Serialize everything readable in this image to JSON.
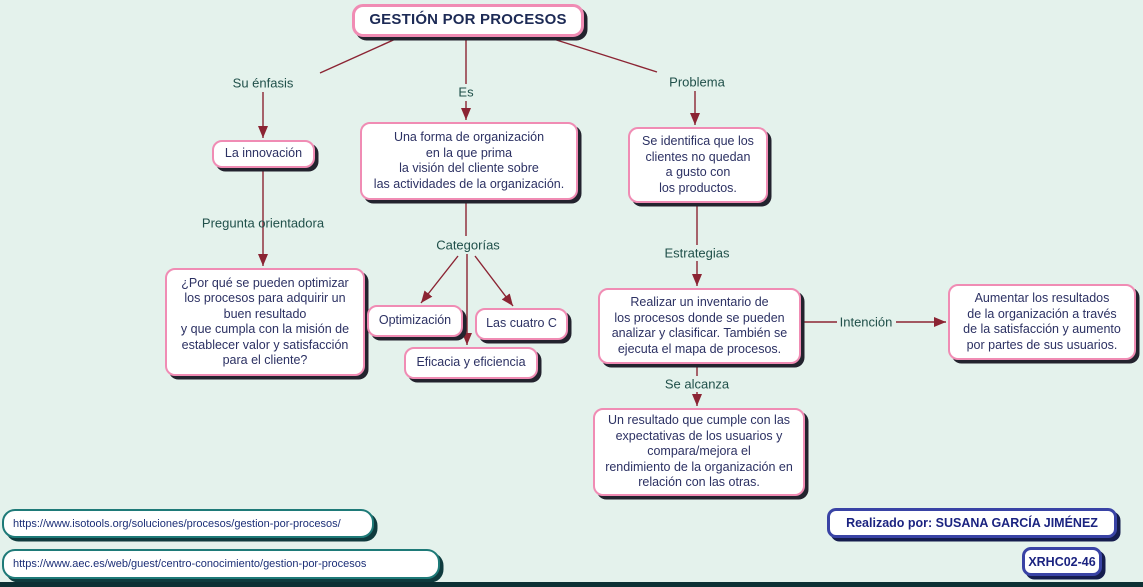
{
  "title": {
    "text": "GESTIÓN POR PROCESOS"
  },
  "labels": {
    "enfasis": "Su énfasis",
    "es": "Es",
    "problema": "Problema",
    "pregunta": "Pregunta orientadora",
    "categorias": "Categorías",
    "estrategias": "Estrategias",
    "intencion": "Intención",
    "alcanza": "Se alcanza"
  },
  "nodes": {
    "innovacion": "La innovación",
    "definicion": "Una forma de organización\nen la que prima\nla visión del cliente sobre\nlas actividades de la organización.",
    "problema_detalle": "Se identifica que los\nclientes no quedan\na gusto con\nlos productos.",
    "pregunta_orientadora": "¿Por qué se pueden optimizar\nlos procesos para adquirir un\nbuen resultado\ny que cumpla con la misión de\nestablecer valor y satisfacción\npara el cliente?",
    "optimizacion": "Optimización",
    "cuatro_c": "Las cuatro C",
    "eficacia": "Eficacia y eficiencia",
    "inventario": "Realizar un inventario de\nlos procesos donde se pueden\nanalizar y clasificar. También se\nejecuta el mapa de procesos.",
    "aumentar": "Aumentar los resultados\nde la organización a través\nde la satisfacción y aumento\npor partes de sus usuarios.",
    "resultado": "Un resultado que cumple con las\nexpectativas de los usuarios y\ncompara/mejora el\nrendimiento de la organización en\nrelación con las otras."
  },
  "references": {
    "url1": "https://www.isotools.org/soluciones/procesos/gestion-por-procesos/",
    "url2": "https://www.aec.es/web/guest/centro-conocimiento/gestion-por-procesos"
  },
  "credits": {
    "author": "Realizado por: SUSANA GARCÍA JIMÉNEZ",
    "code": "XRHC02-46"
  },
  "colors": {
    "background": "#e4f2ec",
    "node_border": "#f08cb4",
    "node_shadow": "#23232e",
    "node_text": "#2c3163",
    "label_text": "#20504a",
    "connector": "#8b2433",
    "url_border": "#1e7a78",
    "credit_border": "#3943a5",
    "bottom_bar": "#0d3034"
  }
}
